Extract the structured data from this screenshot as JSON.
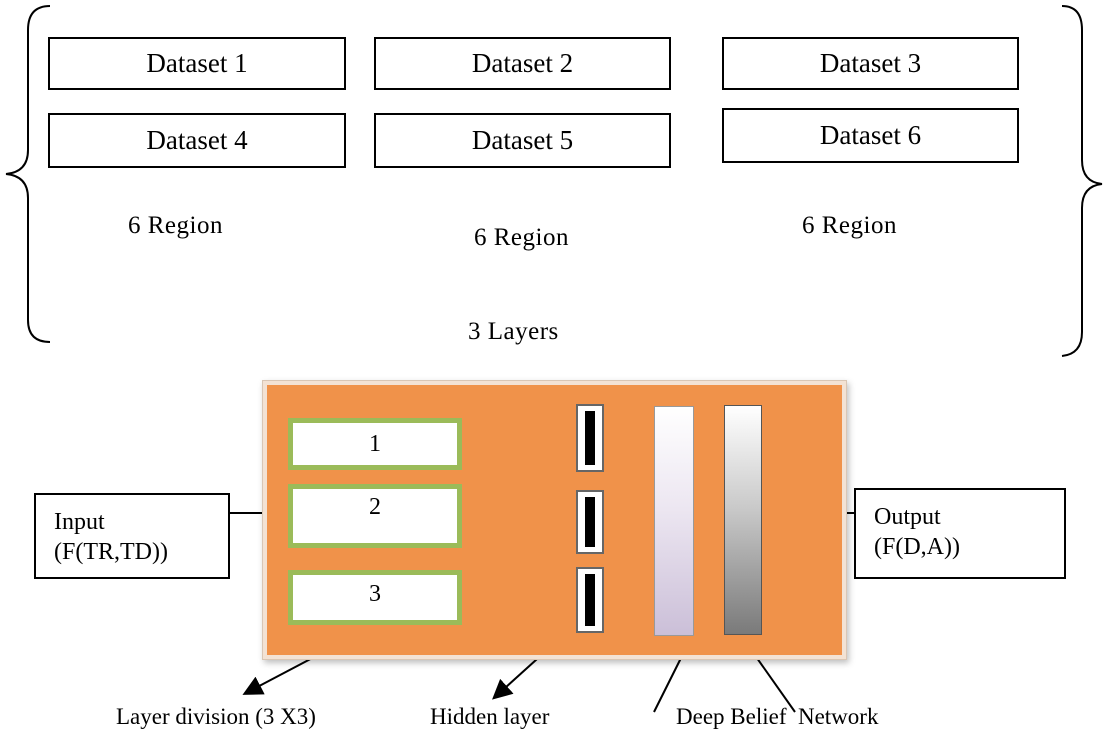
{
  "datasets": {
    "d1": "Dataset 1",
    "d2": "Dataset 2",
    "d3": "Dataset 3",
    "d4": "Dataset 4",
    "d5": "Dataset 5",
    "d6": "Dataset 6"
  },
  "regions": {
    "r1": "6 Region",
    "r2": "6 Region",
    "r3": "6 Region"
  },
  "layers_label": "3 Layers",
  "network": {
    "layer1": "1",
    "layer2": "2",
    "layer3": "3",
    "input_line1": "Input",
    "input_line2": "(F(TR,TD))",
    "output_line1": "Output",
    "output_line2": "(F(D,A))"
  },
  "captions": {
    "layer_division": "Layer division (3 X3)",
    "hidden_layer": "Hidden layer",
    "dbn": "Deep Belief  Network"
  },
  "colors": {
    "panel": "#f0924a",
    "layer_border": "#9bbb59"
  }
}
